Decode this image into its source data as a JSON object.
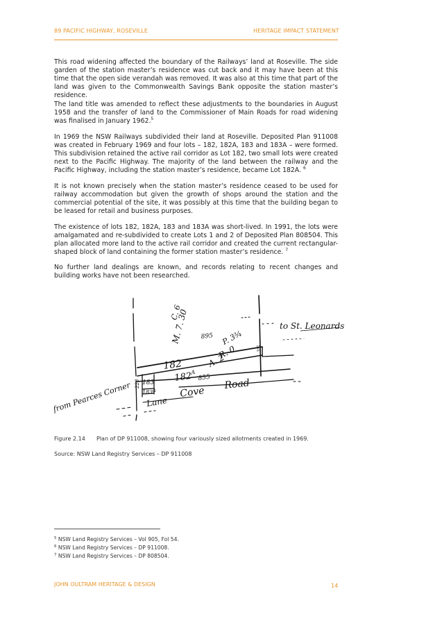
{
  "header": {
    "left": "89 PACIFIC HIGHWAY, ROSEVILLE",
    "right": "HERITAGE IMPACT STATEMENT"
  },
  "paragraphs": [
    "This road widening affected the boundary of the Railways’ land at Roseville. The side garden of the station master’s residence was cut back and it may have been at this time that the open side verandah was removed. It was also at this time that part of the land was given to the Commonwealth Savings Bank opposite the station master’s residence.",
    "The land title was amended to reflect these adjustments to the boundaries in August 1958 and the transfer of land to the Commissioner of Main Roads for road widening was finalised in January 1962.",
    "In 1969 the NSW Railways subdivided their land at Roseville. Deposited Plan 911008 was created in February 1969 and four lots – 182, 182A, 183 and 183A – were formed. This subdivision retained the active rail corridor as Lot 182, two small lots were created next to the Pacific Highway. The majority of the land between the railway and the Pacific Highway, including the station master’s residence, became Lot 182A.",
    "It is not known precisely when the station master’s residence ceased to be used for railway accommodation but given the growth of shops around the station and the commercial potential of the site, it was possibly at this time that the building began to be leased for retail and business purposes.",
    "The existence of lots 182, 182A, 183 and 183A was short-lived. In 1991, the lots were amalgamated and re-subdivided to create Lots 1 and 2 of Deposited Plan 808504. This plan allocated more land to the active rail corridor and created the current rectangular-shaped block of land containing the former station master’s residence.",
    "No further land dealings are known, and records relating to recent changes and building works have not been researched."
  ],
  "refs": {
    "p2": "5",
    "p3": "6",
    "p5": "7"
  },
  "plan": {
    "to_st_leonards": "to St. Leonards",
    "from_pearces_corner": "from Pearces Corner",
    "road": "Road",
    "cove": "Cove",
    "lane": "Lane",
    "lot_182": "182",
    "lot_182a": "182",
    "lot_182a_sup": "A",
    "lot_183": "183",
    "lot_183a": "183",
    "lot_183a_sup": "A",
    "meas_855": "855",
    "meas_895": "895",
    "meas_375": "3'5",
    "meas_228": "228",
    "area_a": "A. 2",
    "area_b": "R. 0",
    "area_c": "P. 3¾",
    "area_d": "M. 7. 30",
    "area_e": "C. 6"
  },
  "figure": {
    "number": "Figure 2.14",
    "caption": "Plan of DP 911008, showing four variously sized allotments created in 1969.",
    "source": "Source: NSW Land Registry Services – DP 911008"
  },
  "footnotes": [
    {
      "num": "5",
      "text": "NSW Land Registry Services – Vol 905, Fol 54."
    },
    {
      "num": "6",
      "text": "NSW Land Registry Services – DP 911008."
    },
    {
      "num": "7",
      "text": "NSW Land Registry Services – DP 808504."
    }
  ],
  "footer": {
    "left": "JOHN OULTRAM HERITAGE & DESIGN",
    "page": "14"
  },
  "colors": {
    "accent": "#e8952a",
    "text": "#222222"
  }
}
